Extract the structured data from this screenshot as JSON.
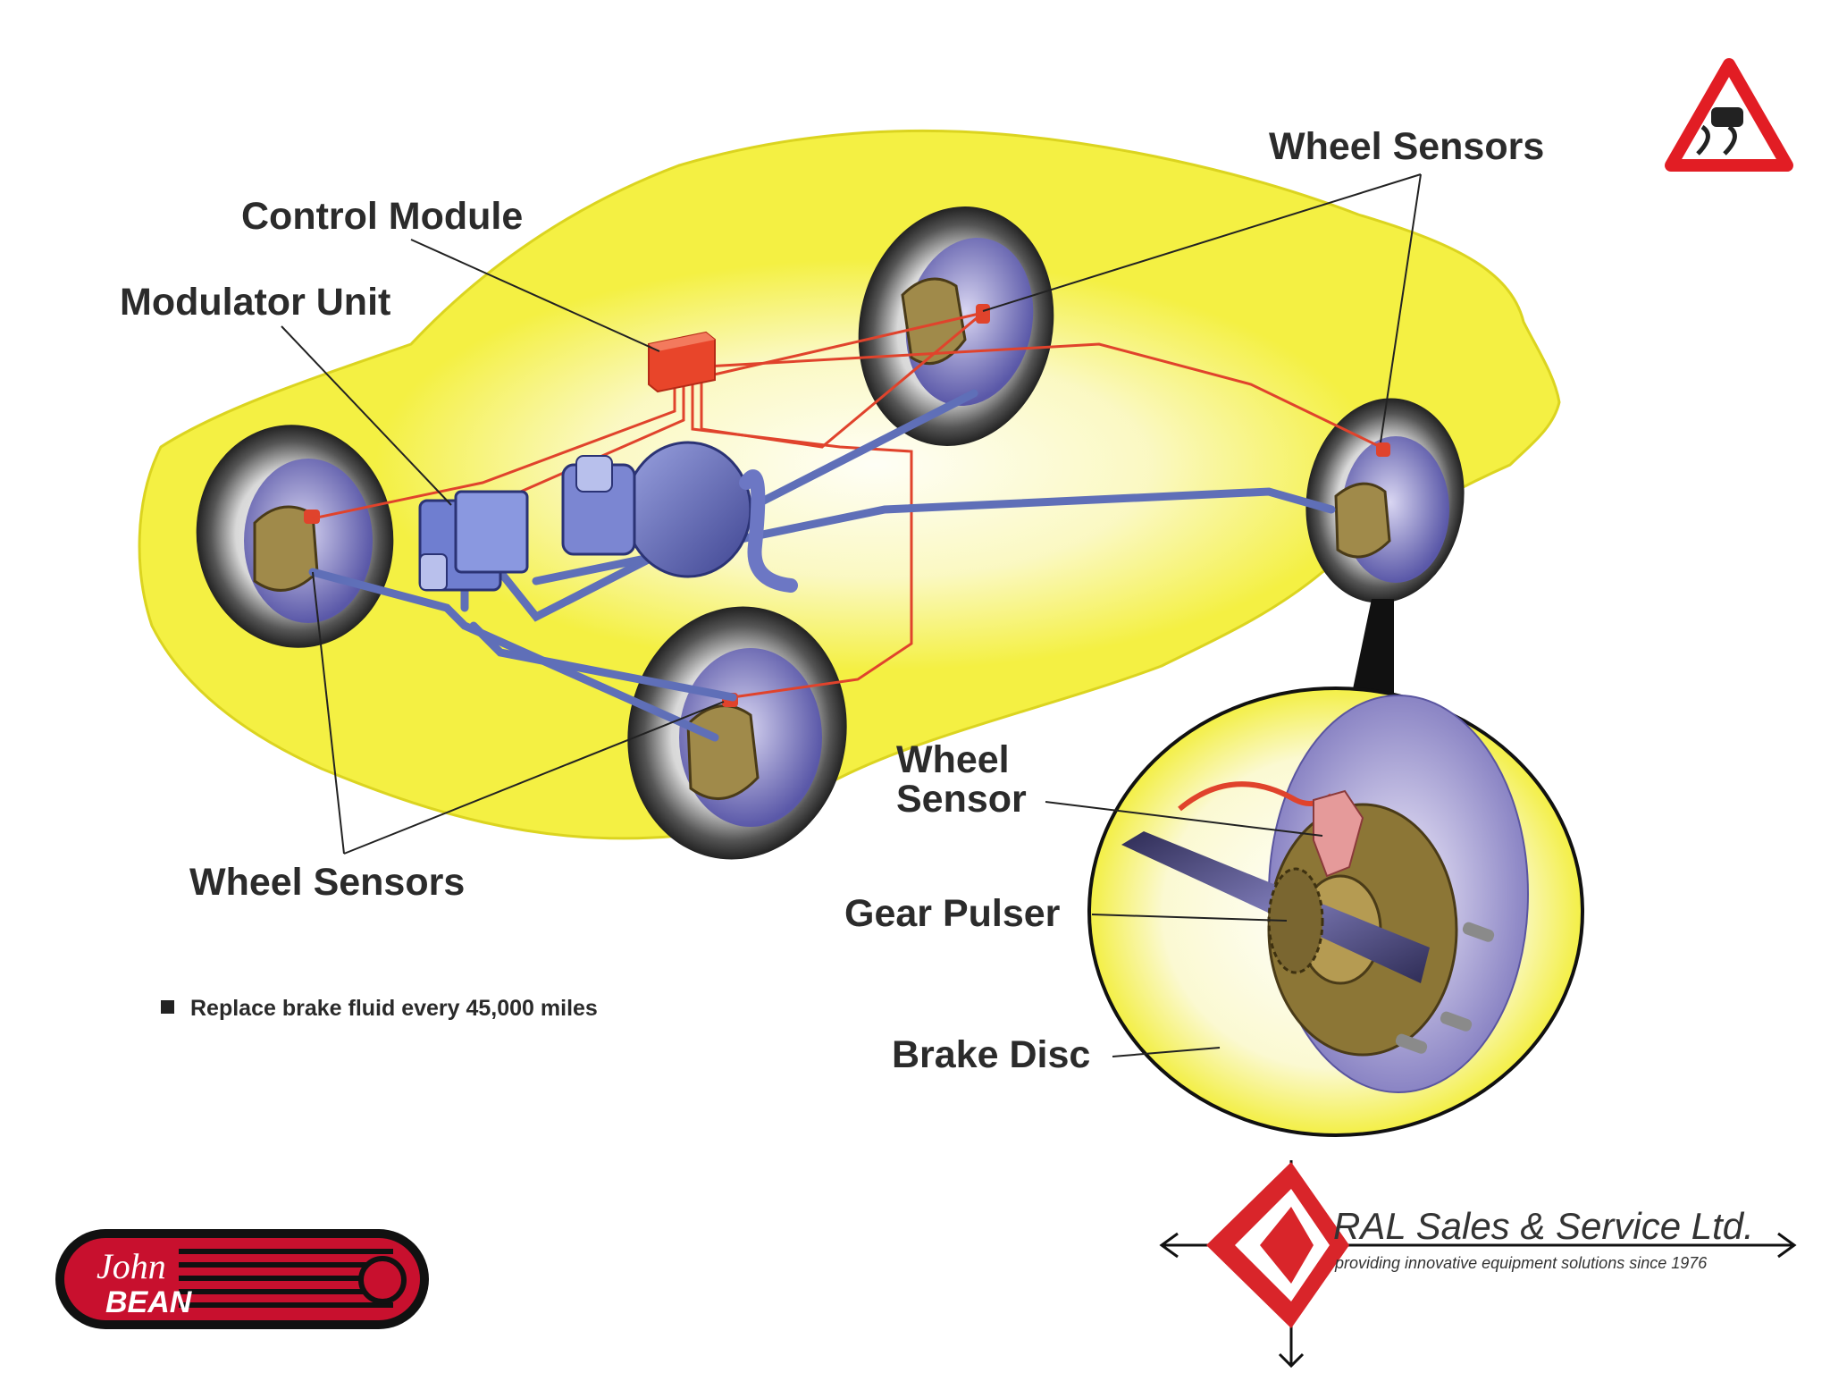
{
  "labels": {
    "control_module": "Control Module",
    "modulator_unit": "Modulator Unit",
    "wheel_sensors_top": "Wheel Sensors",
    "wheel_sensors_bottom": "Wheel Sensors",
    "wheel_sensor_detail_line1": "Wheel",
    "wheel_sensor_detail_line2": "Sensor",
    "gear_pulser": "Gear Pulser",
    "brake_disc": "Brake Disc"
  },
  "note": "Replace brake fluid every 45,000 miles",
  "logos": {
    "john": "John",
    "bean": "BEAN",
    "ral_name": "RAL Sales & Service Ltd.",
    "ral_tagline": "providing innovative equipment solutions since 1976"
  },
  "colors": {
    "body_yellow": "#f4f043",
    "wire_red": "#e0432c",
    "hydraulic_blue": "#5f6fb8",
    "module_red": "#e8452a",
    "brand_red": "#d9252a"
  },
  "icons": {
    "warning_sign": "slippery-road-warning-icon"
  }
}
